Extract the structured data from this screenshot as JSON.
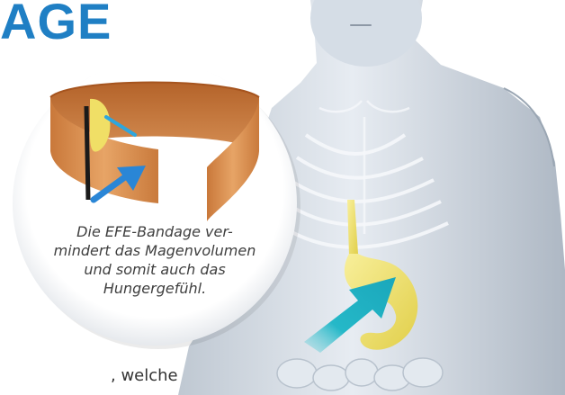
{
  "headline": {
    "text": "AGE"
  },
  "caption": {
    "lines": [
      "Die EFE-Bandage ver-",
      "mindert das Magenvolumen",
      "und somit auch das",
      "Hungergefühl."
    ]
  },
  "body_text": {
    "text": ", welche"
  },
  "colors": {
    "headline": "#1f7fc4",
    "bandage": "#d98a4a",
    "stomach": "#f0e06a",
    "arrow": "#25b8c8",
    "body": "#c8d1db"
  }
}
